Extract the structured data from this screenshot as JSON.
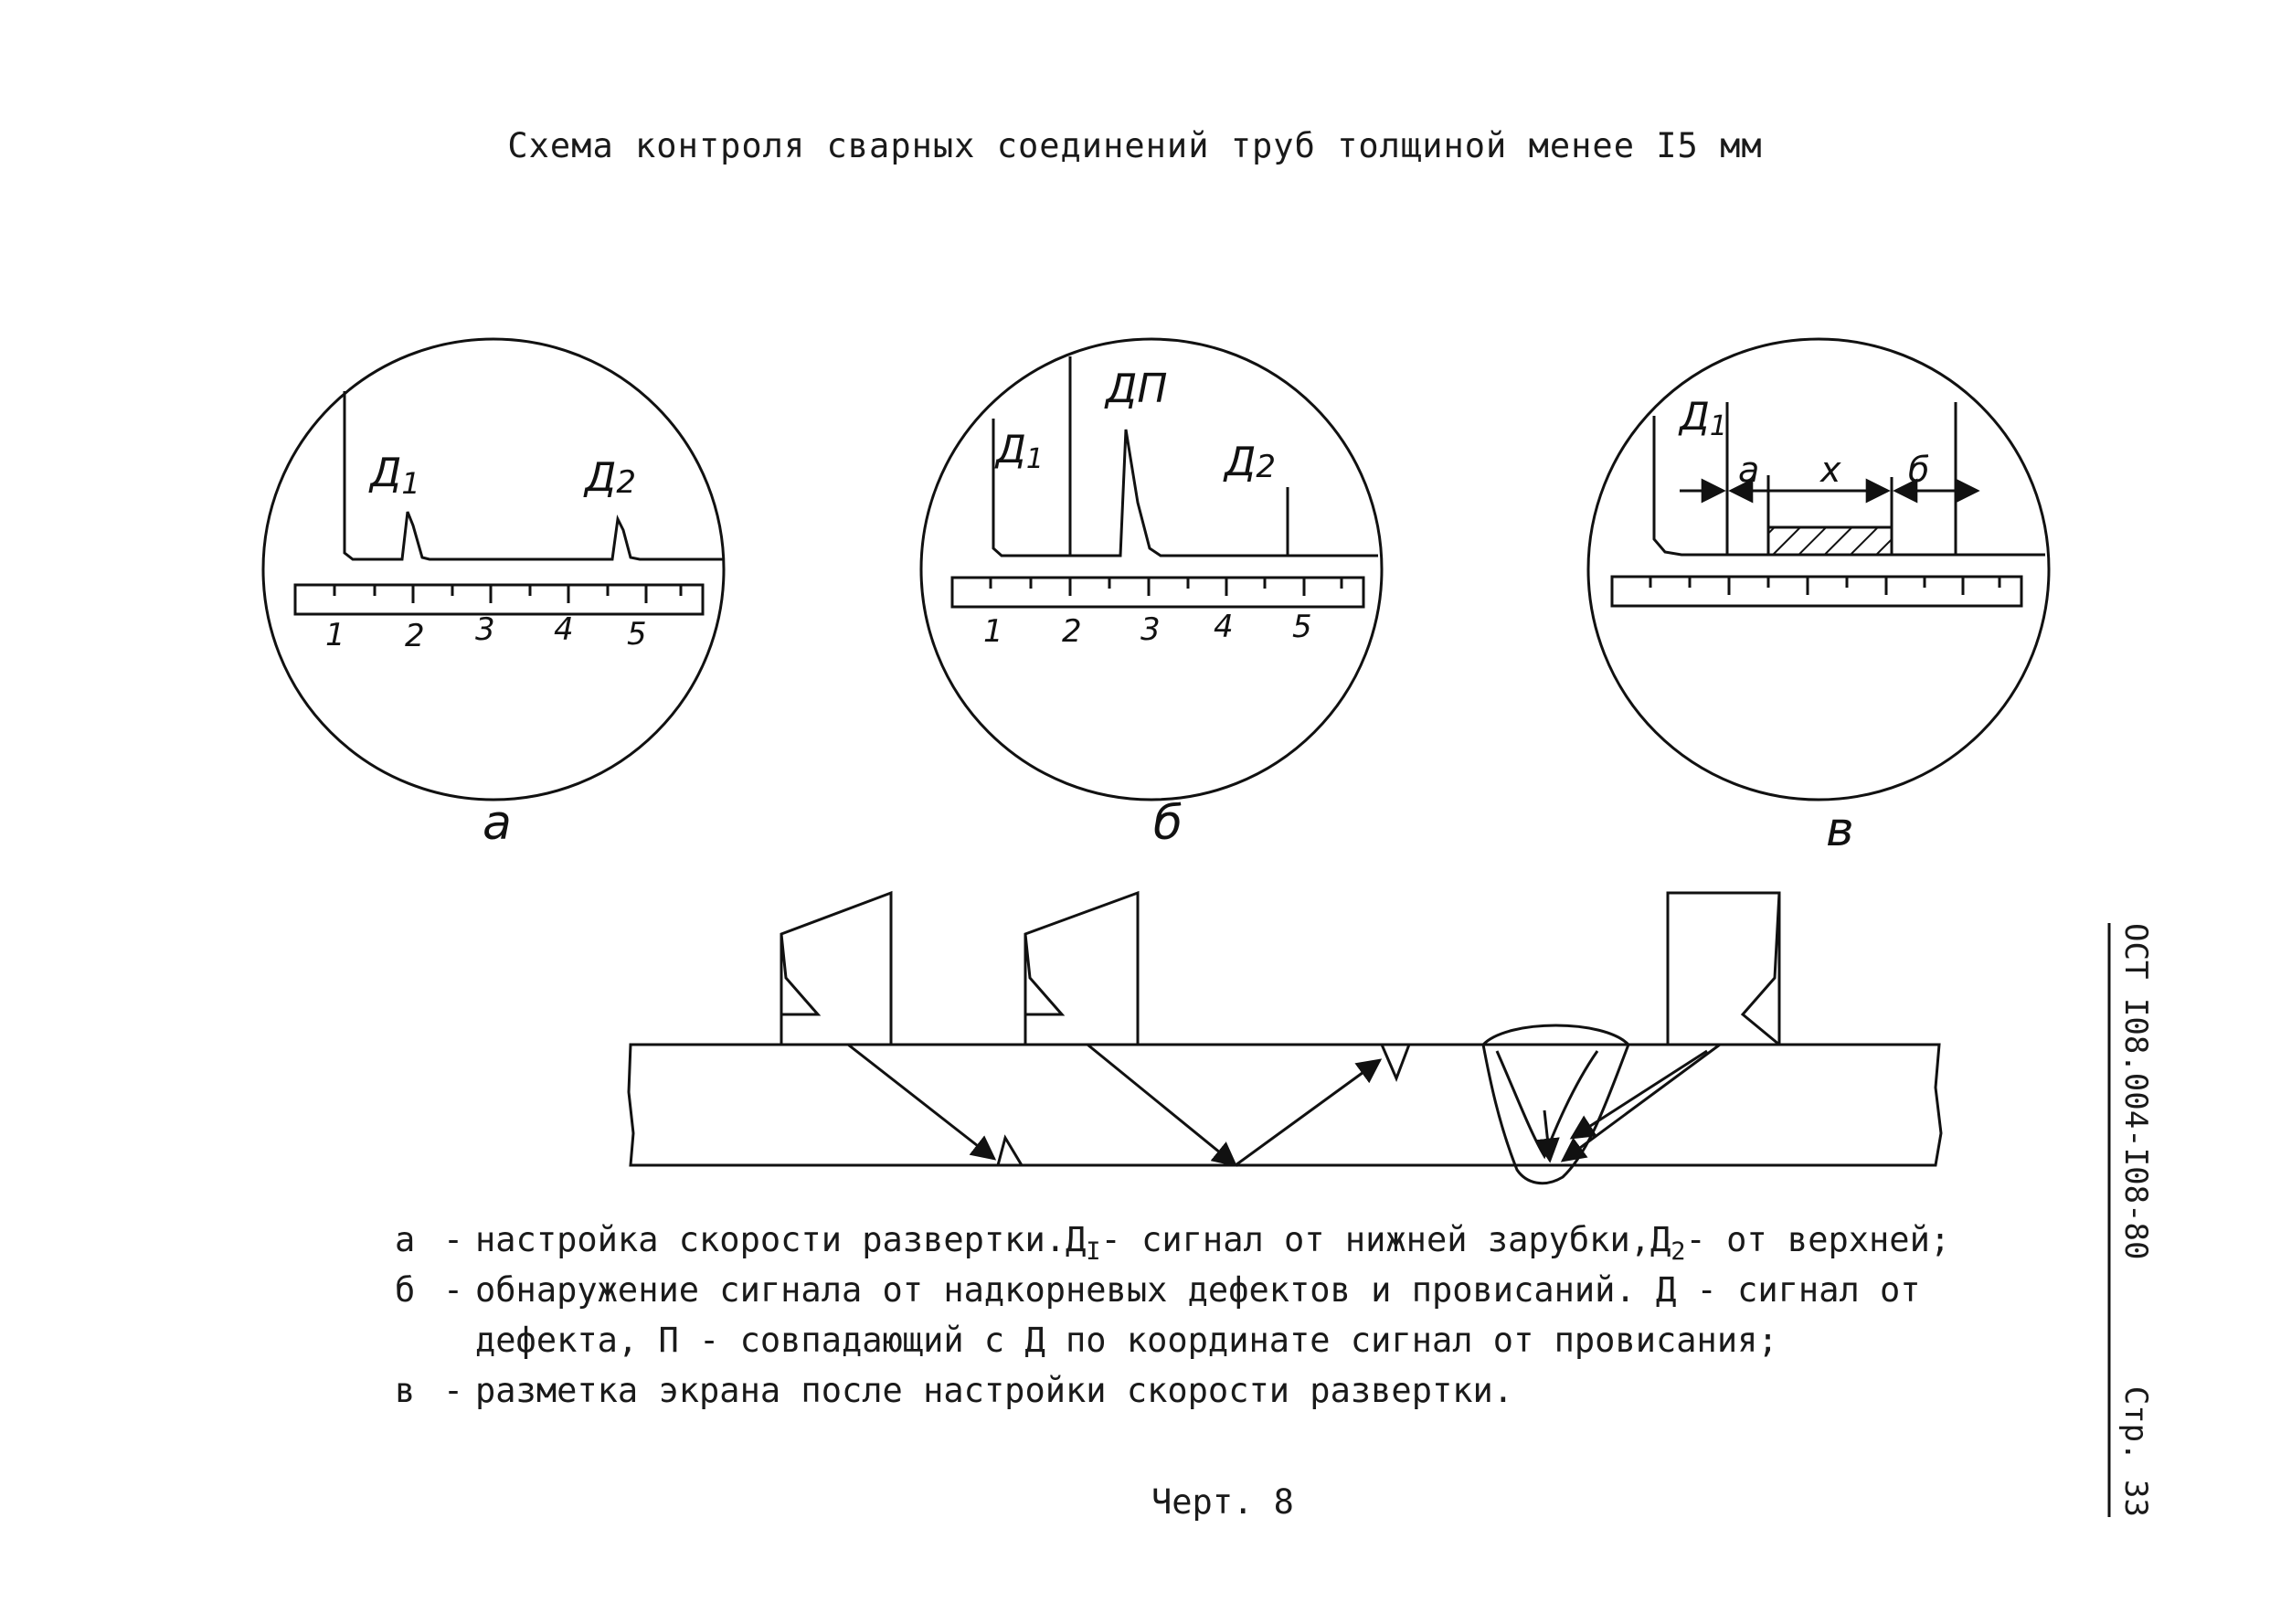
{
  "page_title": "Схема контроля сварных соединений труб толщиной менее I5 мм",
  "panels": [
    {
      "letter": "а",
      "labels": {
        "d1": "Д",
        "d1_sub": "1",
        "d2": "Д",
        "d2_sub": "2"
      },
      "scale_numbers": [
        "1",
        "2",
        "3",
        "4",
        "5"
      ]
    },
    {
      "letter": "б",
      "labels": {
        "d1": "Д",
        "d1_sub": "1",
        "dp": "ДП",
        "d2": "Д",
        "d2_sub": "2"
      },
      "scale_numbers": [
        "1",
        "2",
        "3",
        "4",
        "5"
      ]
    },
    {
      "letter": "в",
      "labels": {
        "d1": "Д",
        "d1_sub": "1",
        "a": "а",
        "x": "х",
        "b": "б"
      }
    }
  ],
  "legend": [
    {
      "key": "а",
      "text_1": "настройка скорости развертки.Д",
      "sub_1": "I",
      "text_2": "- сигнал от нижней зарубки,Д",
      "sub_2": "2",
      "text_3": "- от верхней;"
    },
    {
      "key": "б",
      "text": "обнаружение сигнала от надкорневых дефектов и провисаний. Д - сигнал от"
    },
    {
      "key": "",
      "text": "дефекта, П - совпадающий с Д по координате сигнал от провисания;"
    },
    {
      "key": "в",
      "text": "разметка экрана после настройки скорости развертки."
    }
  ],
  "figure_label": "Черт. 8",
  "side_stamp": {
    "doc": "ОСТ I08.004-I08-80",
    "page": "Стр. 33"
  }
}
